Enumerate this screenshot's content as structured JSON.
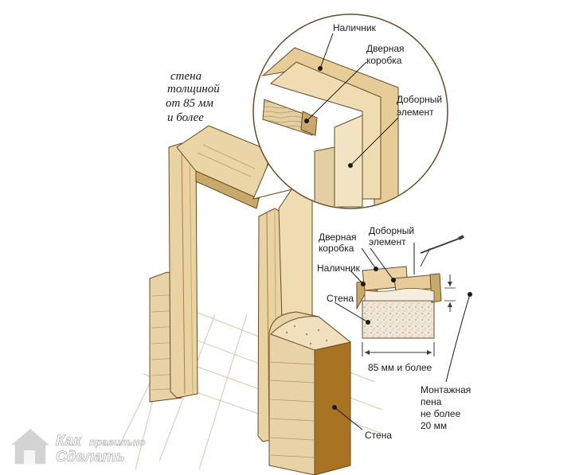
{
  "labels": {
    "wall_thickness": [
      "стена",
      "толщиной",
      "от 85 мм",
      "и более"
    ],
    "casing_top": "Наличник",
    "frame_top": [
      "Дверная",
      "коробка"
    ],
    "extension_top": [
      "Доборный",
      "элемент"
    ],
    "frame_cs": [
      "Дверная",
      "коробка"
    ],
    "extension_cs": [
      "Доборный",
      "элемент"
    ],
    "casing_cs": "Наличник",
    "wall_cs": "Стена",
    "dimension": "85 мм и более",
    "foam": [
      "Монтажная",
      "пена",
      "не более",
      "20 мм"
    ],
    "wall_bottom": "Стена"
  },
  "logo": {
    "line1": "Как",
    "line1_small": "правильно",
    "line2": "Сделать"
  },
  "colors": {
    "wood": "#e9d3a3",
    "wood_dark": "#a8804a",
    "wood_shadow": "#c9a86c",
    "wall": "#e6c99a",
    "wall_dark": "#a87424",
    "line": "#6b4a22",
    "floor": "#f4ead6"
  }
}
